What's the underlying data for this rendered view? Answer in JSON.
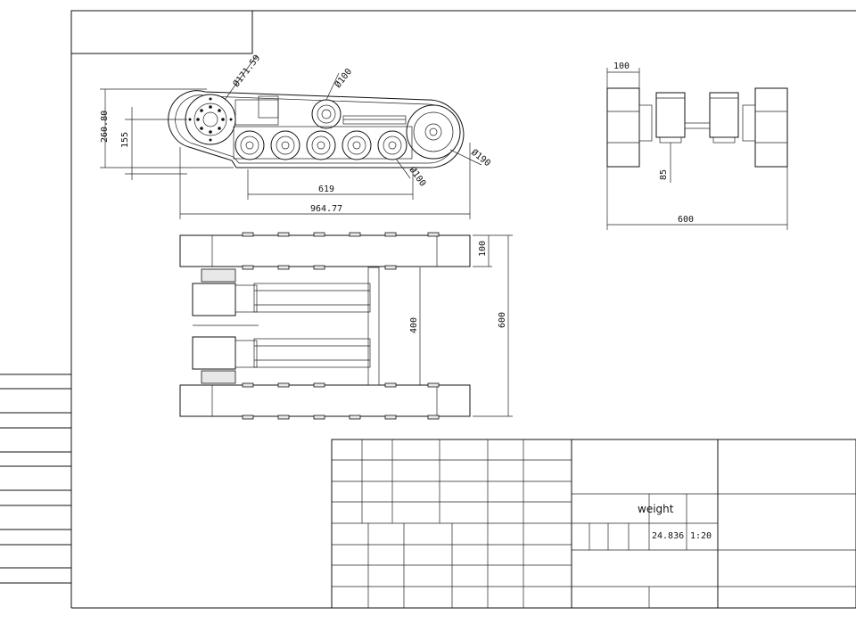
{
  "dimensions": {
    "top_view": {
      "sprocket_dia": "Ø171.59",
      "idler_top_dia": "Ø100",
      "idler_dia": "Ø190",
      "roller_dia": "Ø100",
      "height_total": "260.80",
      "height_axle": "155",
      "span_rollers": "619",
      "length_total": "964.77"
    },
    "side_view": {
      "track_width": "100",
      "ground_clearance": "85",
      "overall_width": "600"
    },
    "plan_view": {
      "track_width": "100",
      "inner_span": "400",
      "overall_width": "600"
    }
  },
  "title_block": {
    "weight_label": "weight",
    "weight_value": "24.836",
    "scale_value": "1:20"
  }
}
